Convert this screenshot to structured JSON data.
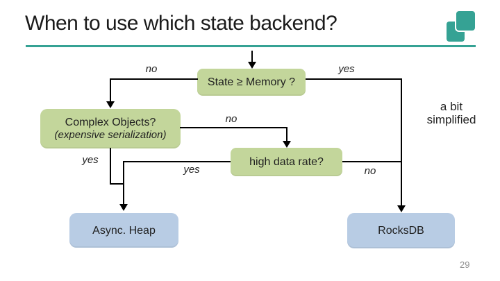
{
  "slide": {
    "title": "When to use which state backend?",
    "page_number": "29",
    "annotation": {
      "line1": "a bit",
      "line2": "simplified"
    }
  },
  "flowchart": {
    "nodes": {
      "state_memory": {
        "label": "State ≥ Memory ?"
      },
      "complex_objects": {
        "label": "Complex Objects?",
        "sublabel": "(expensive serialization)"
      },
      "high_data_rate": {
        "label": "high data rate?"
      },
      "async_heap": {
        "label": "Async. Heap"
      },
      "rocksdb": {
        "label": "RocksDB"
      }
    },
    "edge_labels": {
      "state_memory_no": "no",
      "state_memory_yes": "yes",
      "complex_objects_no": "no",
      "complex_objects_yes": "yes",
      "high_data_rate_yes": "yes",
      "high_data_rate_no": "no"
    }
  },
  "colors": {
    "accent_teal": "#35a294",
    "decision_box_green": "#c3d69b",
    "result_box_blue": "#b8cce4",
    "line_black": "#000000",
    "title_text": "#1b1b1b",
    "page_number_gray": "#8f8f8f"
  }
}
